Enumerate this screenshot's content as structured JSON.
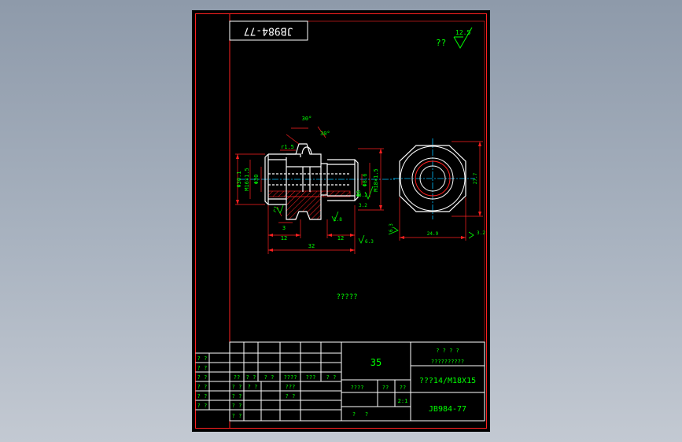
{
  "colors": {
    "background": "#000000",
    "frame": "#ff2020",
    "outline": "#ffffff",
    "dimension": "#ff2020",
    "text": "#00ff00",
    "centerline": "#00bfff",
    "hatch": "#ff2020"
  },
  "header_code": "JB984-77",
  "roughness": {
    "prefix": "??",
    "value": "12.5"
  },
  "note": "?????",
  "front_view": {
    "dims": {
      "d1": "Φ30.1",
      "d2": "M16×1.5",
      "d3": "Φ30",
      "d4": "Φ6",
      "d5": "Φ8.6",
      "d6": "M18×1.5",
      "chamfer_ang": "30°",
      "chamfer_ang2": "30°",
      "r1": "r1.5",
      "r2": "r1",
      "len3": "3",
      "len12a": "12",
      "len12b": "12",
      "len32": "32",
      "rough2": "1.8",
      "rough3": "3.2",
      "rough4": "6.3",
      "rough5": "3.2"
    }
  },
  "side_view": {
    "dims": {
      "width": "24.9",
      "height": "27.7",
      "rough_left": "6.3",
      "rough_right": "3.2"
    }
  },
  "title_block": {
    "left_labels": [
      "? ?",
      "? ?",
      "? ?",
      "? ?",
      "? ?",
      "? ?"
    ],
    "row_marks": [
      "??",
      "? ?",
      "? ?",
      "????",
      "???",
      "? ?"
    ],
    "row_marks2": [
      "? ?",
      "? ?",
      "???",
      "? ?"
    ],
    "row_marks3": [
      "? ?",
      "? ?",
      "? ?"
    ],
    "material": "35",
    "company": "? ? ? ?",
    "company2": "??????????",
    "part_name": "???14/M18X15",
    "scale_label": "????",
    "scale_mid": "??",
    "scale_right": "??",
    "scale_value": "2:1",
    "sheet_label1": "?",
    "sheet_label2": "?",
    "drawing_no": "JB984-77"
  }
}
